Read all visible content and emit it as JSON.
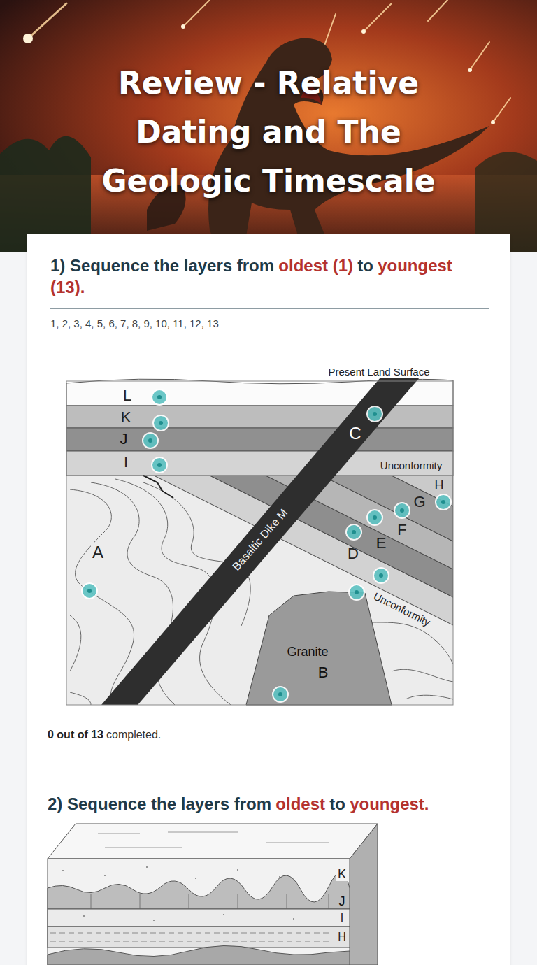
{
  "diagram": {
    "title": "Review - Relative Dating and The Geologic Timescale",
    "labels": [
      "1) Sequence the layers from",
      "oldest (1)",
      "to",
      "youngest (13).",
      "1, 2, 3, 4, 5, 6, 7, 8, 9, 10, 11, 12, 13",
      "Present Land Surface",
      "L",
      "K",
      "J",
      "I",
      "C",
      "Unconformity",
      "H",
      "G",
      "A",
      "Basaltic Dike M",
      "F",
      "E",
      "D",
      "Unconformity",
      "Granite",
      "B",
      "0 out of 13",
      "completed.",
      "2) Sequence the layers from",
      "oldest",
      "to",
      "youngest.",
      "K",
      "J",
      "I",
      "H"
    ]
  }
}
